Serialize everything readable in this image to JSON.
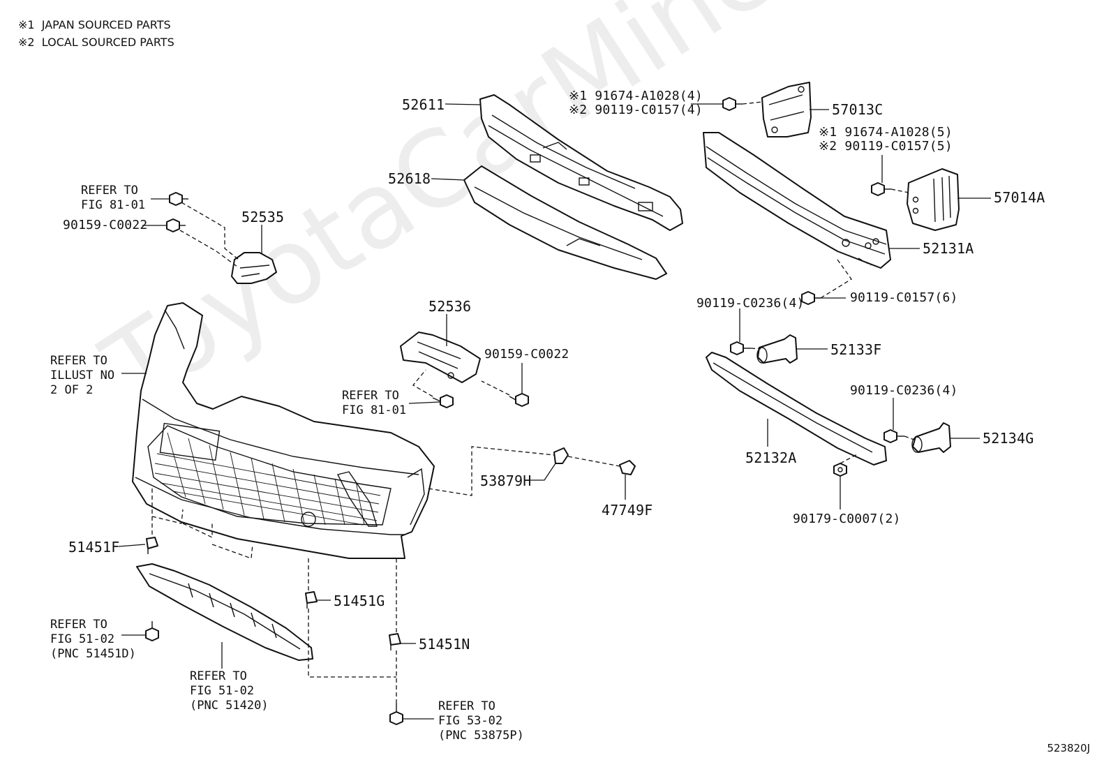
{
  "legend": {
    "note1": "※1  JAPAN SOURCED PARTS",
    "note2": "※2  LOCAL SOURCED PARTS"
  },
  "watermark": "ToyotaCarMiner.ru",
  "figure_id": "523820J",
  "parts": {
    "p52611": "52611",
    "p52618": "52618",
    "p57013C": "57013C",
    "p57014A": "57014A",
    "p52131A": "52131A",
    "p52535": "52535",
    "p90159_1": "90159-C0022",
    "p52536": "52536",
    "p90159_2": "90159-C0022",
    "p90119_c0157_6": "90119-C0157(6)",
    "p90119_c0236_a": "90119-C0236(4)",
    "p52133F": "52133F",
    "p90119_c0236_b": "90119-C0236(4)",
    "p52134G": "52134G",
    "p52132A": "52132A",
    "p90179": "90179-C0007(2)",
    "p53879H": "53879H",
    "p47749F": "47749F",
    "p51451F": "51451F",
    "p51451G": "51451G",
    "p51451N": "51451N",
    "bolt_a_1": "※1 91674-A1028(4)",
    "bolt_a_2": "※2 90119-C0157(4)",
    "bolt_b_1": "※1 91674-A1028(5)",
    "bolt_b_2": "※2 90119-C0157(5)"
  },
  "references": {
    "ref_fig81_top": "REFER TO\nFIG 81-01",
    "ref_illust": "REFER TO\nILLUST NO\n2 OF 2",
    "ref_fig81_mid": "REFER TO\nFIG 81-01",
    "ref_fig5102_a": "REFER TO\nFIG 51-02\n(PNC 51451D)",
    "ref_fig5102_b": "REFER TO\nFIG 51-02\n(PNC 51420)",
    "ref_fig5302": "REFER TO\nFIG 53-02\n(PNC 53875P)"
  }
}
